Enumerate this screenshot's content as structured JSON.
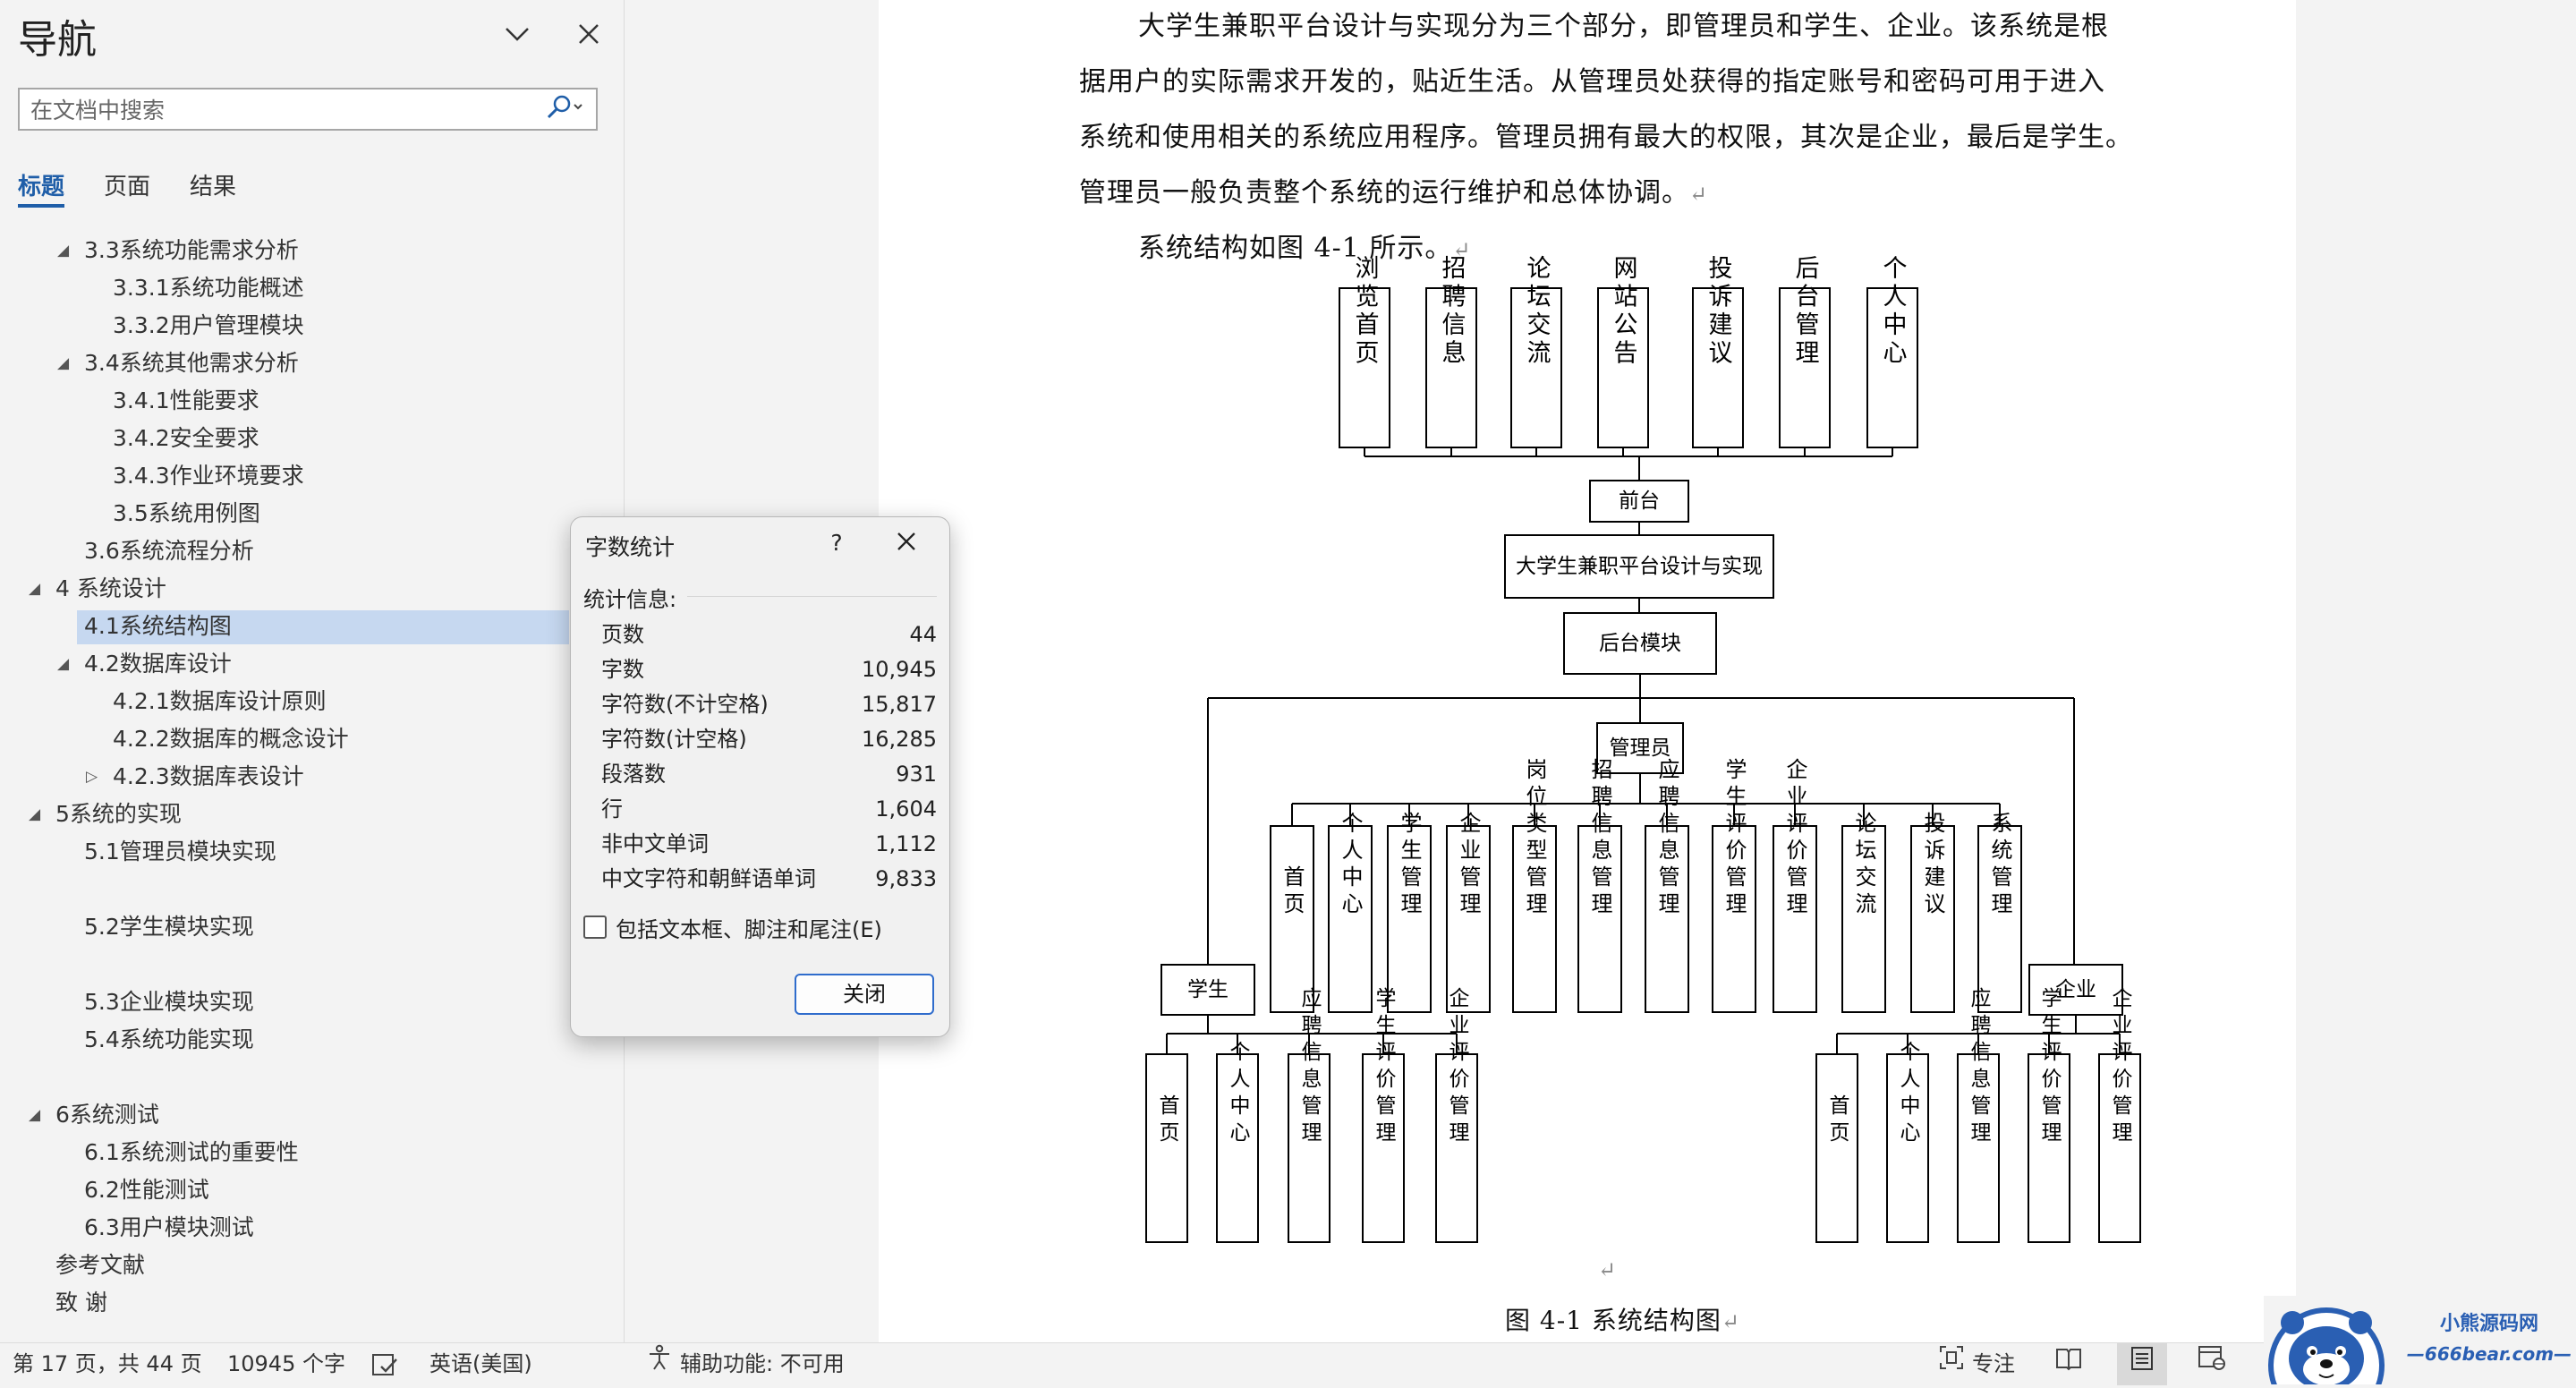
{
  "nav": {
    "title": "导航",
    "search_placeholder": "在文档中搜索",
    "tabs": [
      "标题",
      "页面",
      "结果"
    ],
    "active_tab": 0,
    "headings": [
      {
        "text": "3.3系统功能需求分析",
        "level": 2,
        "toggle": "expanded"
      },
      {
        "text": "3.3.1系统功能概述",
        "level": 3,
        "toggle": "none"
      },
      {
        "text": "3.3.2用户管理模块",
        "level": 3,
        "toggle": "none"
      },
      {
        "text": "3.4系统其他需求分析",
        "level": 2,
        "toggle": "expanded"
      },
      {
        "text": "3.4.1性能要求",
        "level": 3,
        "toggle": "none"
      },
      {
        "text": "3.4.2安全要求",
        "level": 3,
        "toggle": "none"
      },
      {
        "text": "3.4.3作业环境要求",
        "level": 3,
        "toggle": "none"
      },
      {
        "text": "3.5系统用例图",
        "level": 3,
        "toggle": "none"
      },
      {
        "text": "3.6系统流程分析",
        "level": 2,
        "toggle": "none"
      },
      {
        "text": "4 系统设计",
        "level": 1,
        "toggle": "expanded"
      },
      {
        "text": "4.1系统结构图",
        "level": 2,
        "toggle": "none",
        "selected": true
      },
      {
        "text": "4.2数据库设计",
        "level": 2,
        "toggle": "expanded"
      },
      {
        "text": "4.2.1数据库设计原则",
        "level": 3,
        "toggle": "none"
      },
      {
        "text": "4.2.2数据库的概念设计",
        "level": 3,
        "toggle": "none"
      },
      {
        "text": "4.2.3数据库表设计",
        "level": 3,
        "toggle": "collapsed"
      },
      {
        "text": "5系统的实现",
        "level": 1,
        "toggle": "expanded"
      },
      {
        "text": "5.1管理员模块实现",
        "level": 2,
        "toggle": "none"
      },
      {
        "text": "5.2学生模块实现",
        "level": 2,
        "toggle": "none",
        "gap": true
      },
      {
        "text": "5.3企业模块实现",
        "level": 2,
        "toggle": "none",
        "gap": true
      },
      {
        "text": "5.4系统功能实现",
        "level": 2,
        "toggle": "none"
      },
      {
        "text": "6系统测试",
        "level": 1,
        "toggle": "expanded",
        "gap": true
      },
      {
        "text": "6.1系统测试的重要性",
        "level": 2,
        "toggle": "none"
      },
      {
        "text": "6.2性能测试",
        "level": 2,
        "toggle": "none"
      },
      {
        "text": "6.3用户模块测试",
        "level": 2,
        "toggle": "none"
      },
      {
        "text": "参考文献",
        "level": 1,
        "toggle": "none"
      },
      {
        "text": "致 谢",
        "level": 1,
        "toggle": "none"
      }
    ]
  },
  "document": {
    "paragraphs": [
      "大学生兼职平台设计与实现分为三个部分，即管理员和学生、企业。该系统是根",
      "据用户的实际需求开发的，贴近生活。从管理员处获得的指定账号和密码可用于进入",
      "系统和使用相关的系统应用程序。管理员拥有最大的权限，其次是企业，最后是学生。",
      "管理员一般负责整个系统的运行维护和总体协调。",
      "系统结构如图 4-1 所示。"
    ],
    "paragraph_mark": "↵",
    "caption": "图 4-1 系统结构图",
    "diagram": {
      "front_modules": [
        "浏览首页",
        "招聘信息",
        "论坛交流",
        "网站公告",
        "投诉建议",
        "后台管理",
        "个人中心"
      ],
      "front_label": "前台",
      "root": "大学生兼职平台设计与实现",
      "backend_label": "后台模块",
      "admin_label": "管理员",
      "admin_modules": [
        "首页",
        "个人中心",
        "学生管理",
        "企业管理",
        "岗位类型管理",
        "招聘信息管理",
        "应聘信息管理",
        "学生评价管理",
        "企业评价管理",
        "论坛交流",
        "投诉建议",
        "系统管理"
      ],
      "student_label": "学生",
      "student_modules": [
        "首页",
        "个人中心",
        "应聘信息管理",
        "学生评价管理",
        "企业评价管理"
      ],
      "company_label": "企业",
      "company_modules": [
        "首页",
        "个人中心",
        "应聘信息管理",
        "学生评价管理",
        "企业评价管理"
      ]
    }
  },
  "word_count_dialog": {
    "title": "字数统计",
    "help": "?",
    "section": "统计信息:",
    "rows": [
      {
        "label": "页数",
        "value": "44"
      },
      {
        "label": "字数",
        "value": "10,945"
      },
      {
        "label": "字符数(不计空格)",
        "value": "15,817"
      },
      {
        "label": "字符数(计空格)",
        "value": "16,285"
      },
      {
        "label": "段落数",
        "value": "931"
      },
      {
        "label": "行",
        "value": "1,604"
      },
      {
        "label": "非中文单词",
        "value": "1,112"
      },
      {
        "label": "中文字符和朝鲜语单词",
        "value": "9,833"
      }
    ],
    "checkbox_label": "包括文本框、脚注和尾注(E)",
    "checkbox_checked": false,
    "close_button": "关闭"
  },
  "status_bar": {
    "page": "第 17 页，共 44 页",
    "words": "10945 个字",
    "language": "英语(美国)",
    "accessibility": "辅助功能: 不可用",
    "focus": "专注"
  },
  "watermark": {
    "line1": "小熊源码网",
    "line2": "—666bear.com—"
  },
  "colors": {
    "accent": "#1f5ea8",
    "selection": "#c6d8f0",
    "dialog_button_border": "#2f6ccc"
  }
}
